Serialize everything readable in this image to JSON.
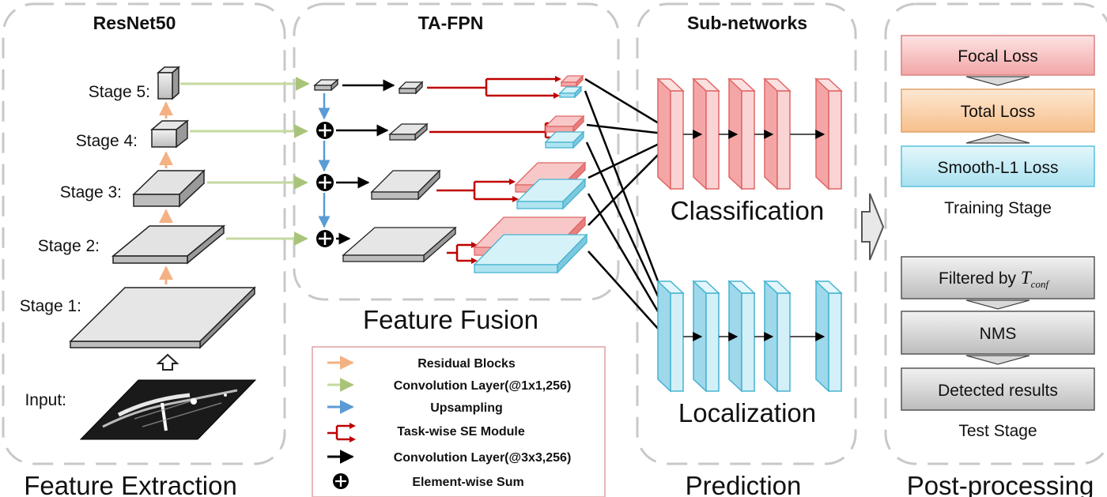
{
  "panels": {
    "resnet": {
      "title": "ResNet50",
      "caption": "Feature Extraction"
    },
    "tafpn": {
      "title": "TA-FPN",
      "caption": "Feature Fusion"
    },
    "subnets": {
      "title": "Sub-networks",
      "caption": "Prediction"
    },
    "post": {
      "caption": "Post-processing"
    }
  },
  "stages": [
    "Stage 5:",
    "Stage 4:",
    "Stage 3:",
    "Stage 2:",
    "Stage 1:"
  ],
  "input_label": "Input:",
  "heads": {
    "classification": "Classification",
    "localization": "Localization"
  },
  "training": {
    "boxes": [
      "Focal Loss",
      "Total Loss",
      "Smooth-L1 Loss"
    ],
    "label": "Training Stage"
  },
  "test": {
    "filter_prefix": "Filtered by ",
    "filter_var": "T",
    "filter_sub": "conf",
    "boxes": [
      "NMS",
      "Detected results"
    ],
    "label": "Test Stage"
  },
  "legend": {
    "items": [
      "Residual Blocks",
      "Convolution Layer(@1x1,256)",
      "Upsampling",
      "Task-wise SE Module",
      "Convolution Layer(@3x3,256)",
      "Element-wise Sum"
    ]
  },
  "colors": {
    "residual": "#f4b183",
    "conv1x1": "#c5d9a0",
    "upsample": "#5b9bd5",
    "se_module": "#c00000",
    "conv3x3": "#000000",
    "cls": "#f4b6b6",
    "loc": "#bde6f2",
    "focal": "#f8c8c8",
    "total": "#fbd5b0",
    "smooth": "#c6eef7"
  }
}
